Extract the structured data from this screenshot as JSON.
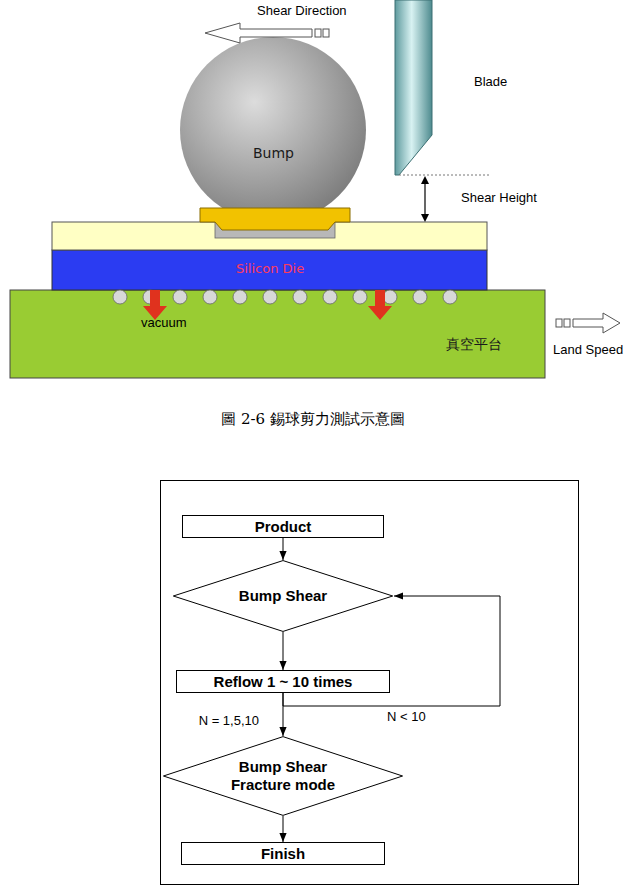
{
  "diagram": {
    "caption": "圖 2-6 錫球剪力測試示意圖",
    "nodes": [
      {
        "text": [
          "Bump"
        ]
      },
      {
        "text": [
          "Silicon Die"
        ]
      },
      {
        "text": [
          "真空平台"
        ]
      },
      {
        "text": [
          "Product"
        ]
      },
      {
        "text": [
          "Bump Shear"
        ]
      },
      {
        "text": [
          "Reflow 1 ~ 10 times"
        ]
      },
      {
        "text": [
          "Bump Shear Fracture mode"
        ]
      },
      {
        "text": [
          "Finish"
        ]
      }
    ],
    "edges": [
      {
        "from": 3,
        "to": 4,
        "arrow": "to"
      },
      {
        "from": 4,
        "to": 5,
        "arrow": "to"
      },
      {
        "from": 5,
        "to": 4,
        "label": "N < 10",
        "arrow": "to"
      },
      {
        "from": 5,
        "to": 6,
        "label": "N = 1,5,10",
        "arrow": "to"
      },
      {
        "from": 6,
        "to": 7,
        "arrow": "to"
      }
    ],
    "labels": [
      "Shear Direction",
      "Blade",
      "Shear Height",
      "vacuum",
      "Land Speed"
    ]
  }
}
